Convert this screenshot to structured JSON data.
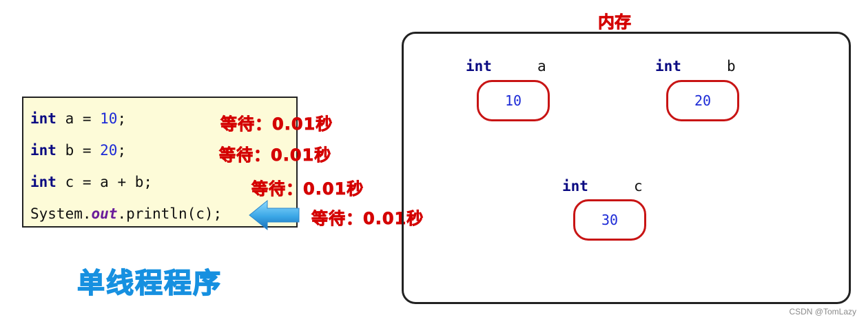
{
  "code": {
    "lines": [
      {
        "kw": "int",
        "rest": " a = ",
        "num": "10",
        "end": ";"
      },
      {
        "kw": "int",
        "rest": " b = ",
        "num": "20",
        "end": ";"
      },
      {
        "kw": "int",
        "rest": " c = a + b;"
      },
      {
        "pre": "System.",
        "field": "out",
        "post": ".println(c);"
      }
    ]
  },
  "wait_labels": [
    "等待：0.01秒",
    "等待：0.01秒",
    "等待：0.01秒",
    "等待：0.01秒"
  ],
  "title": "单线程程序",
  "memory": {
    "label": "内存",
    "vars": [
      {
        "type": "int",
        "name": "a",
        "value": "10"
      },
      {
        "type": "int",
        "name": "b",
        "value": "20"
      },
      {
        "type": "int",
        "name": "c",
        "value": "30"
      }
    ]
  },
  "watermark": "CSDN @TomLazy",
  "colors": {
    "red": "#d40000",
    "blue_title": "#1690e0",
    "keyword": "#0a0a82",
    "number": "#1c2ad6",
    "code_bg": "#fdfbd8"
  },
  "icons": {
    "arrow": "left-arrow-icon"
  }
}
